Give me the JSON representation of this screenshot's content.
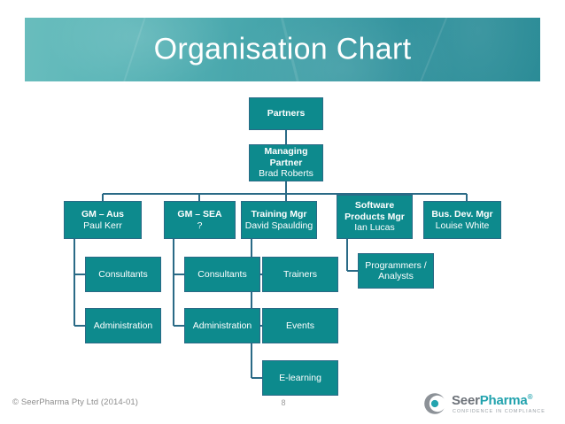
{
  "slide": {
    "title": "Organisation Chart",
    "banner_gradient_from": "#69bdbd",
    "banner_gradient_to": "#2a8b96"
  },
  "theme": {
    "node_fill": "#0d8a8d",
    "node_border": "#2a6a86",
    "connector": "#2a6a86",
    "node_text": "#ffffff",
    "footer_text": "#8c8c8c"
  },
  "chart_data": {
    "type": "diagram",
    "title": "Organisation Chart",
    "orientation": "top-down-with-left-hanging-subtrees",
    "nodes": [
      {
        "id": "partners",
        "title": "Partners",
        "subtitle": "",
        "person": ""
      },
      {
        "id": "mp",
        "title": "Managing Partner",
        "title_line1": "Managing",
        "title_line2": "Partner",
        "person": "Brad Roberts"
      },
      {
        "id": "gm-aus",
        "title": "GM – Aus",
        "person": "Paul Kerr"
      },
      {
        "id": "gm-sea",
        "title": "GM – SEA",
        "person": "?"
      },
      {
        "id": "training",
        "title": "Training Mgr",
        "person": "David Spaulding"
      },
      {
        "id": "software",
        "title_line1": "Software",
        "title_line2": "Products Mgr",
        "person": "Ian Lucas"
      },
      {
        "id": "busdev",
        "title": "Bus. Dev. Mgr",
        "person": "Louise White"
      },
      {
        "id": "cons-aus",
        "title": "Consultants"
      },
      {
        "id": "admin-aus",
        "title": "Administration"
      },
      {
        "id": "cons-sea",
        "title": "Consultants"
      },
      {
        "id": "admin-sea",
        "title": "Administration"
      },
      {
        "id": "trainers",
        "title": "Trainers"
      },
      {
        "id": "events",
        "title": "Events"
      },
      {
        "id": "elearning",
        "title": "E-learning"
      },
      {
        "id": "prog",
        "title_line1": "Programmers /",
        "title_line2": "Analysts"
      }
    ],
    "edges": [
      [
        "partners",
        "mp"
      ],
      [
        "mp",
        "gm-aus"
      ],
      [
        "mp",
        "gm-sea"
      ],
      [
        "mp",
        "training"
      ],
      [
        "mp",
        "software"
      ],
      [
        "mp",
        "busdev"
      ],
      [
        "gm-aus",
        "cons-aus"
      ],
      [
        "gm-aus",
        "admin-aus"
      ],
      [
        "gm-sea",
        "cons-sea"
      ],
      [
        "gm-sea",
        "admin-sea"
      ],
      [
        "training",
        "trainers"
      ],
      [
        "training",
        "events"
      ],
      [
        "training",
        "elearning"
      ],
      [
        "software",
        "prog"
      ]
    ]
  },
  "footer": {
    "copyright": "© SeerPharma Pty Ltd (2014-01)",
    "page_number": "8"
  },
  "logo": {
    "word_part1": "Seer",
    "word_part2": "Pharma",
    "trademark": "®",
    "tagline": "CONFIDENCE IN COMPLIANCE"
  }
}
